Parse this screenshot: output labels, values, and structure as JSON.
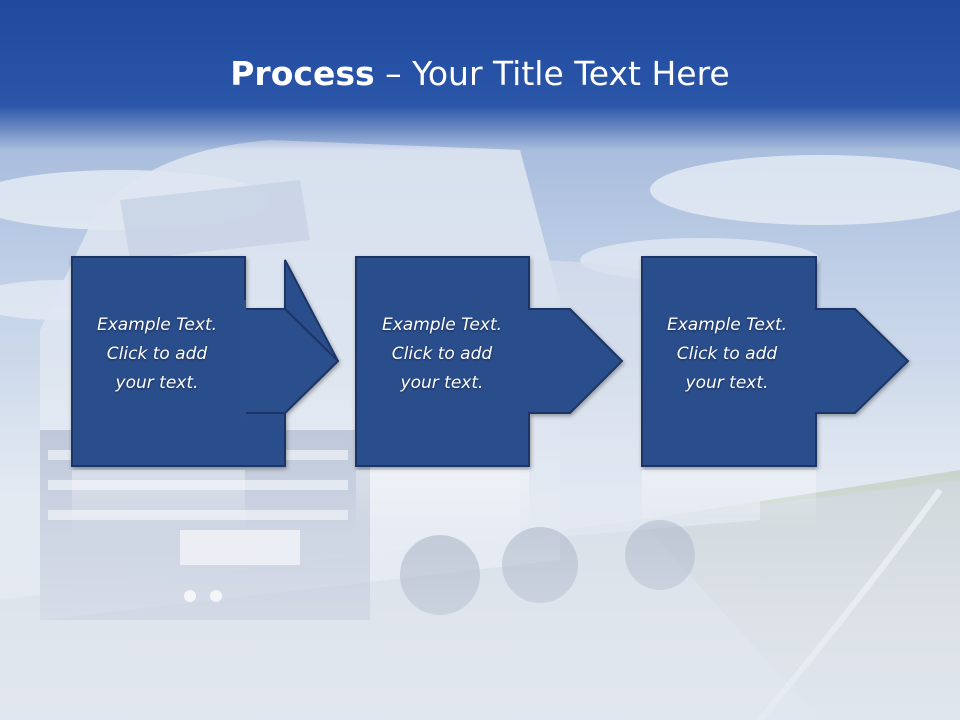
{
  "slide": {
    "title_bold": "Process",
    "title_rest": " – Your Title Text Here"
  },
  "steps": [
    {
      "lines": [
        "Example Text.",
        "Click  to add",
        "your text."
      ]
    },
    {
      "lines": [
        "Example Text.",
        "Click  to add",
        "your text."
      ]
    },
    {
      "lines": [
        "Example Text.",
        "Click  to add",
        "your text."
      ]
    }
  ],
  "colors": {
    "header_blue": "#2a55a8",
    "box_blue": "#2b4e8c",
    "box_border": "#1c3566"
  }
}
